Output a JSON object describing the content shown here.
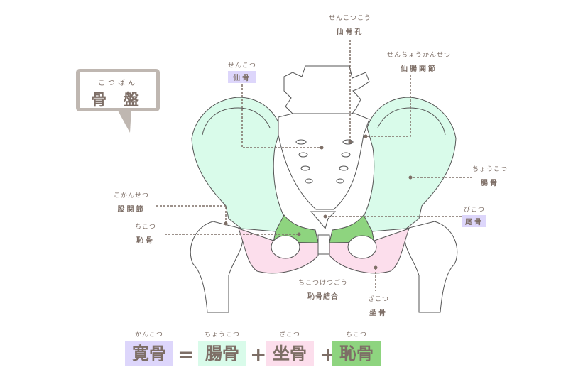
{
  "title": {
    "ruby": "こつばん",
    "text": "骨 盤"
  },
  "labels": {
    "sacral_foramen": {
      "ruby": "せんこつこう",
      "text": "仙骨孔"
    },
    "sacrum": {
      "ruby": "せんこつ",
      "text": "仙骨"
    },
    "sacroiliac": {
      "ruby": "せんちょうかんせつ",
      "text": "仙腸関節"
    },
    "ilium": {
      "ruby": "ちょうこつ",
      "text": "腸骨"
    },
    "hip_joint": {
      "ruby": "こかんせつ",
      "text": "股関節"
    },
    "pubis": {
      "ruby": "ちこつ",
      "text": "恥骨"
    },
    "coccyx": {
      "ruby": "びこつ",
      "text": "尾骨"
    },
    "symphysis": {
      "ruby": "ちこつけつごう",
      "text": "恥骨結合"
    },
    "ischium": {
      "ruby": "ざこつ",
      "text": "坐骨"
    }
  },
  "equation": {
    "hip_bone": {
      "ruby": "かんこつ",
      "text": "寛骨"
    },
    "equals": "=",
    "ilium": {
      "ruby": "ちょうこつ",
      "text": "腸骨"
    },
    "plus1": "+",
    "ischium": {
      "ruby": "ざこつ",
      "text": "坐骨"
    },
    "plus2": "+",
    "pubis": {
      "ruby": "ちこつ",
      "text": "恥骨"
    }
  },
  "colors": {
    "ilium": "#d9fbea",
    "ischium": "#fcdeec",
    "pubis": "#8ed47f",
    "sacrum_tag": "#ddd6fb",
    "text": "#7d6e66"
  }
}
